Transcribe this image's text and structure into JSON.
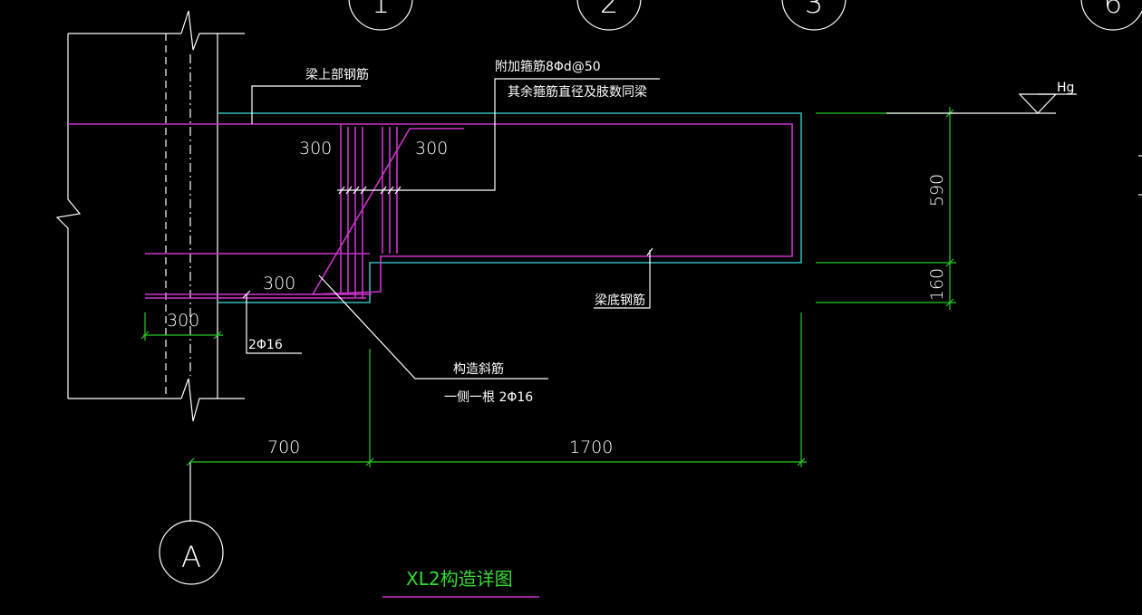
{
  "colors": {
    "background": "#000000",
    "linework": "#ffffff",
    "rebar": "#cc33cc",
    "beam_outline": "#33b8b8",
    "dimension": "#22cc22",
    "title_underline": "#cc33cc"
  },
  "grid_bubbles": [
    {
      "label": "1"
    },
    {
      "label": "2"
    },
    {
      "label": "3"
    },
    {
      "label": "6"
    },
    {
      "label": "A"
    }
  ],
  "labels": {
    "top_bar": "梁上部钢筋",
    "extra_stirrup": "附加箍筋8Φd@50",
    "stirrup_note": "其余箍筋直径及肢数同梁",
    "bottom_bar": "梁底钢筋",
    "diag_bar": "构造斜筋",
    "diag_bar_note": "一侧一根 2Φ16",
    "bar_2phi16": "2Φ16",
    "level_mark": "Hg"
  },
  "dims": {
    "d300_top_left": "300",
    "d300_top_right": "300",
    "d300_mid": "300",
    "d300_left": "300",
    "d700": "700",
    "d1700": "1700",
    "d590": "590",
    "d160": "160"
  },
  "title": "XL2构造详图"
}
